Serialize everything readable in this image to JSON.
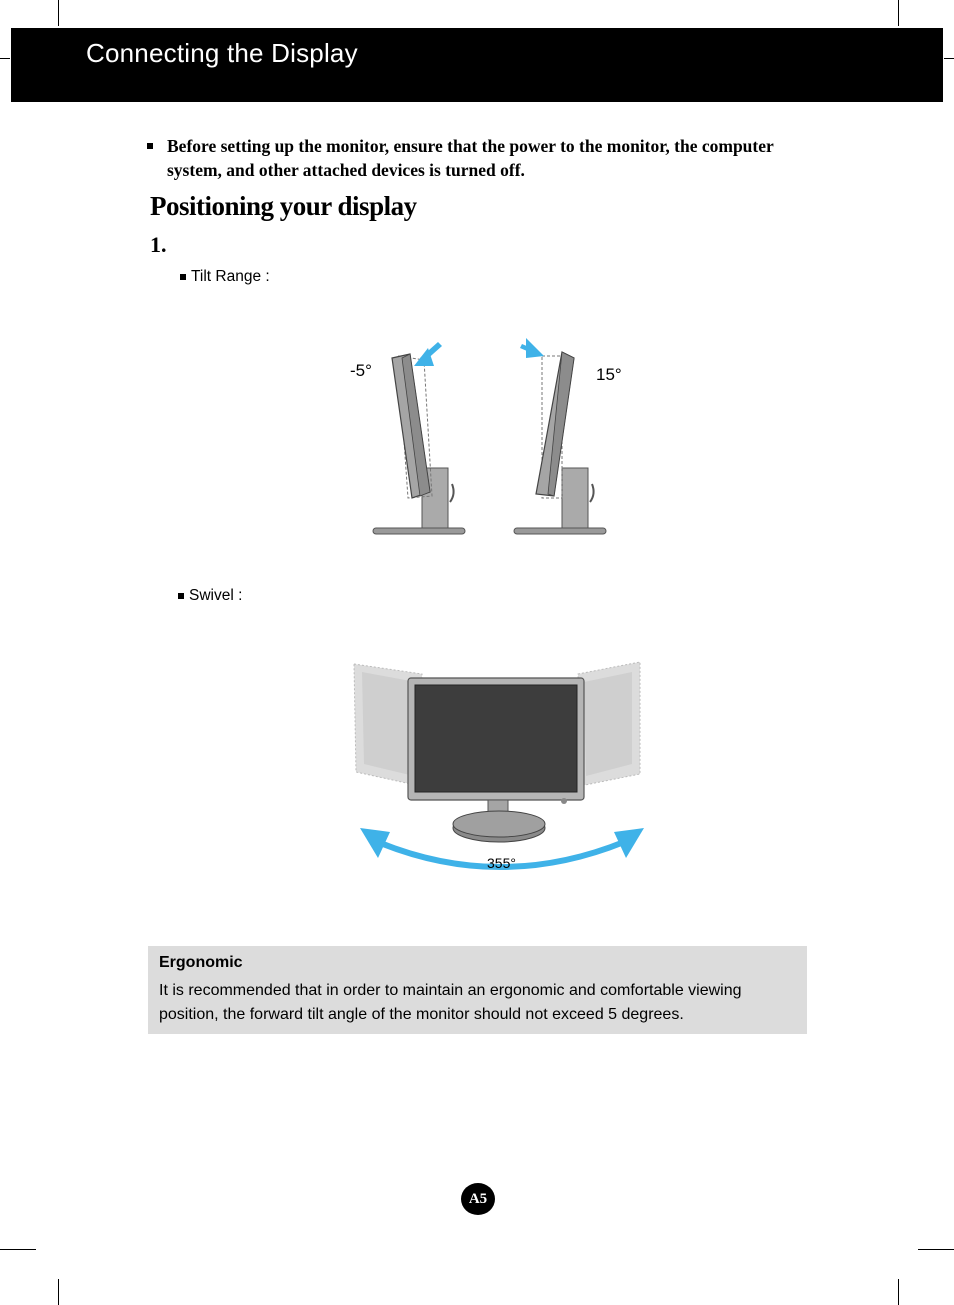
{
  "header": {
    "title": "Connecting the Display"
  },
  "intro_note": "Before setting up the monitor, ensure that the power to the monitor, the computer system, and other attached devices is turned off.",
  "section": {
    "title": "Positioning your display",
    "step_number": "1."
  },
  "tilt": {
    "label": "Tilt Range :",
    "angle_back": "-5°",
    "angle_forward": "15°"
  },
  "swivel": {
    "label": "Swivel :",
    "angle": "355°"
  },
  "ergonomic": {
    "title": "Ergonomic",
    "text": "It is recommended that in order to maintain an ergonomic and comfortable viewing position, the forward tilt angle of the monitor should not exceed 5 degrees."
  },
  "page_number": "A5",
  "colors": {
    "header_background": "#000000",
    "arrow_blue": "#3fb2e8",
    "box_background": "#dcdcdc",
    "monitor_gray": "#a8a8a8",
    "screen_dark": "#3d3d3d"
  }
}
